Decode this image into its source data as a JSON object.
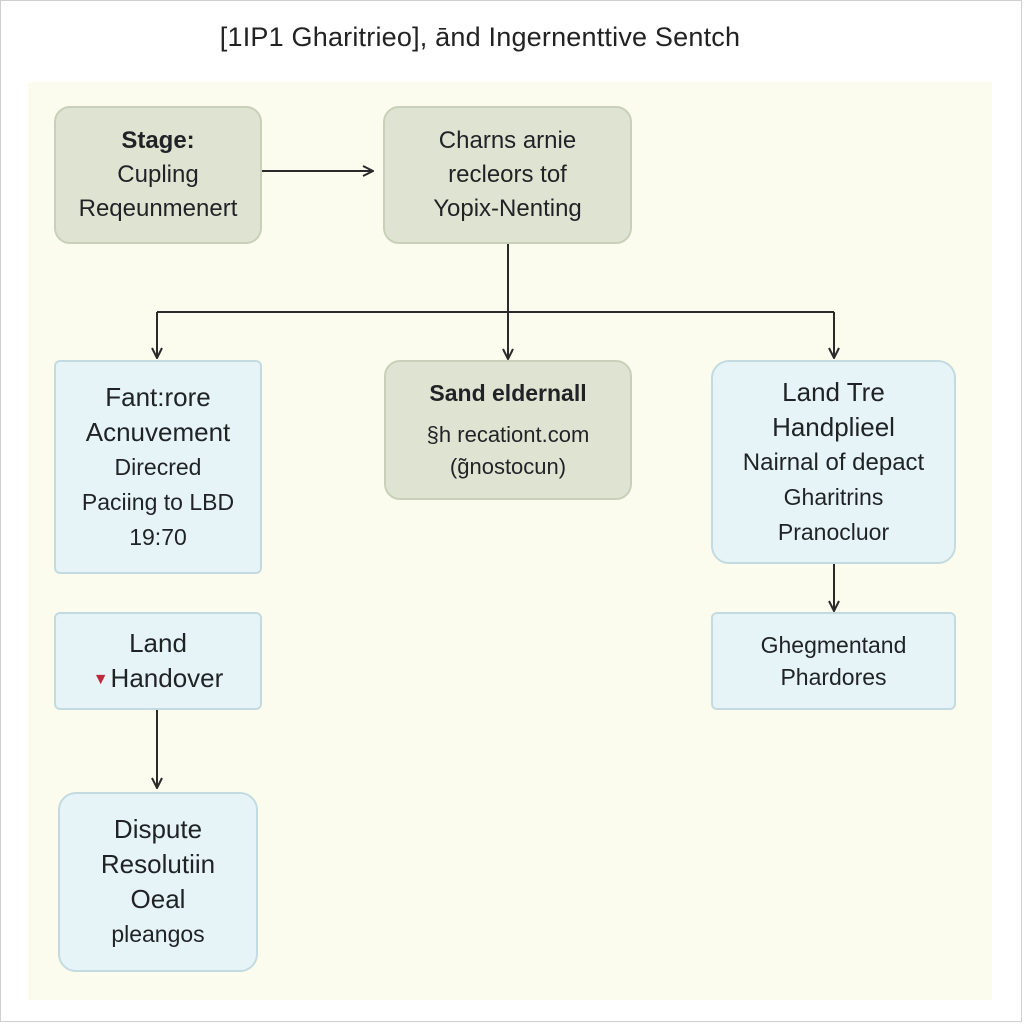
{
  "title": "[1IP1 Gharitrieo], ānd Ingernenttive Sentch",
  "nodes": {
    "stage": {
      "heading": "Stage:",
      "lines": [
        "Cupling",
        "Reqeunmenert"
      ]
    },
    "charns": {
      "lines": [
        "Charns arnie",
        "recleors tof",
        "Yopix-Nenting"
      ]
    },
    "fantrore": {
      "lines": [
        "Fant:rore",
        "Acnuvement",
        "Direcred",
        "Paciing to LBD",
        "19:70"
      ]
    },
    "sand": {
      "heading": "Sand eldernall",
      "lines": [
        "§h recationt.com",
        "(g̃nostocun)"
      ]
    },
    "landtre": {
      "lines": [
        "Land Tre",
        "Handplieel",
        "Nairnal of depact",
        "Gharitrins",
        "Pranocluor"
      ]
    },
    "landhandover": {
      "lines": [
        "Land",
        "Handover"
      ]
    },
    "dispute": {
      "lines": [
        "Dispute",
        "Resolutiin",
        "Oeal",
        "pleangos"
      ]
    },
    "ghegmentand": {
      "lines": [
        "Ghegmentand",
        "Phardores"
      ]
    }
  },
  "colors": {
    "panel_bg": "#fcfcee",
    "green_box": "#dfe4d2",
    "blue_box": "#e6f4f7",
    "arrow": "#2a2a2a",
    "marker": "#c0283a"
  }
}
